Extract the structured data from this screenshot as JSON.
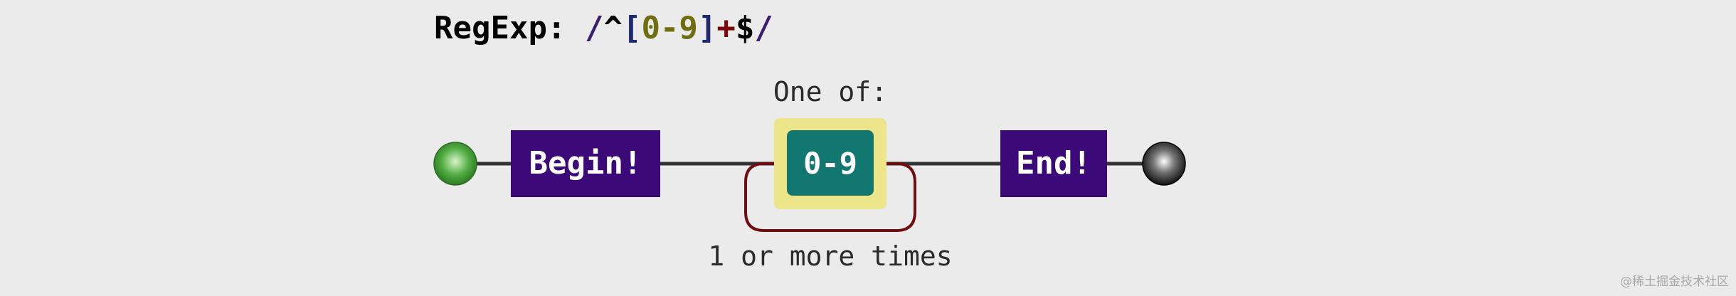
{
  "regex": {
    "label": "RegExp:",
    "open_slash": "/",
    "caret": "^",
    "open_bracket": "[",
    "range": "0-9",
    "close_bracket": "]",
    "plus": "+",
    "dollar": "$",
    "close_slash": "/"
  },
  "diagram": {
    "begin_label": "Begin!",
    "charset_caption": "One of:",
    "charset_item": "0-9",
    "repeat_caption": "1 or more times",
    "end_label": "End!"
  },
  "colors": {
    "node_fill": "#3c0a78",
    "charset_bg": "#ece58a",
    "charset_item": "#12776f",
    "loop": "#6e0e0e",
    "line": "#333333",
    "start_terminal": "#3a9e3a",
    "end_terminal": "#1a1a1a"
  },
  "watermark": "@稀土掘金技术社区"
}
